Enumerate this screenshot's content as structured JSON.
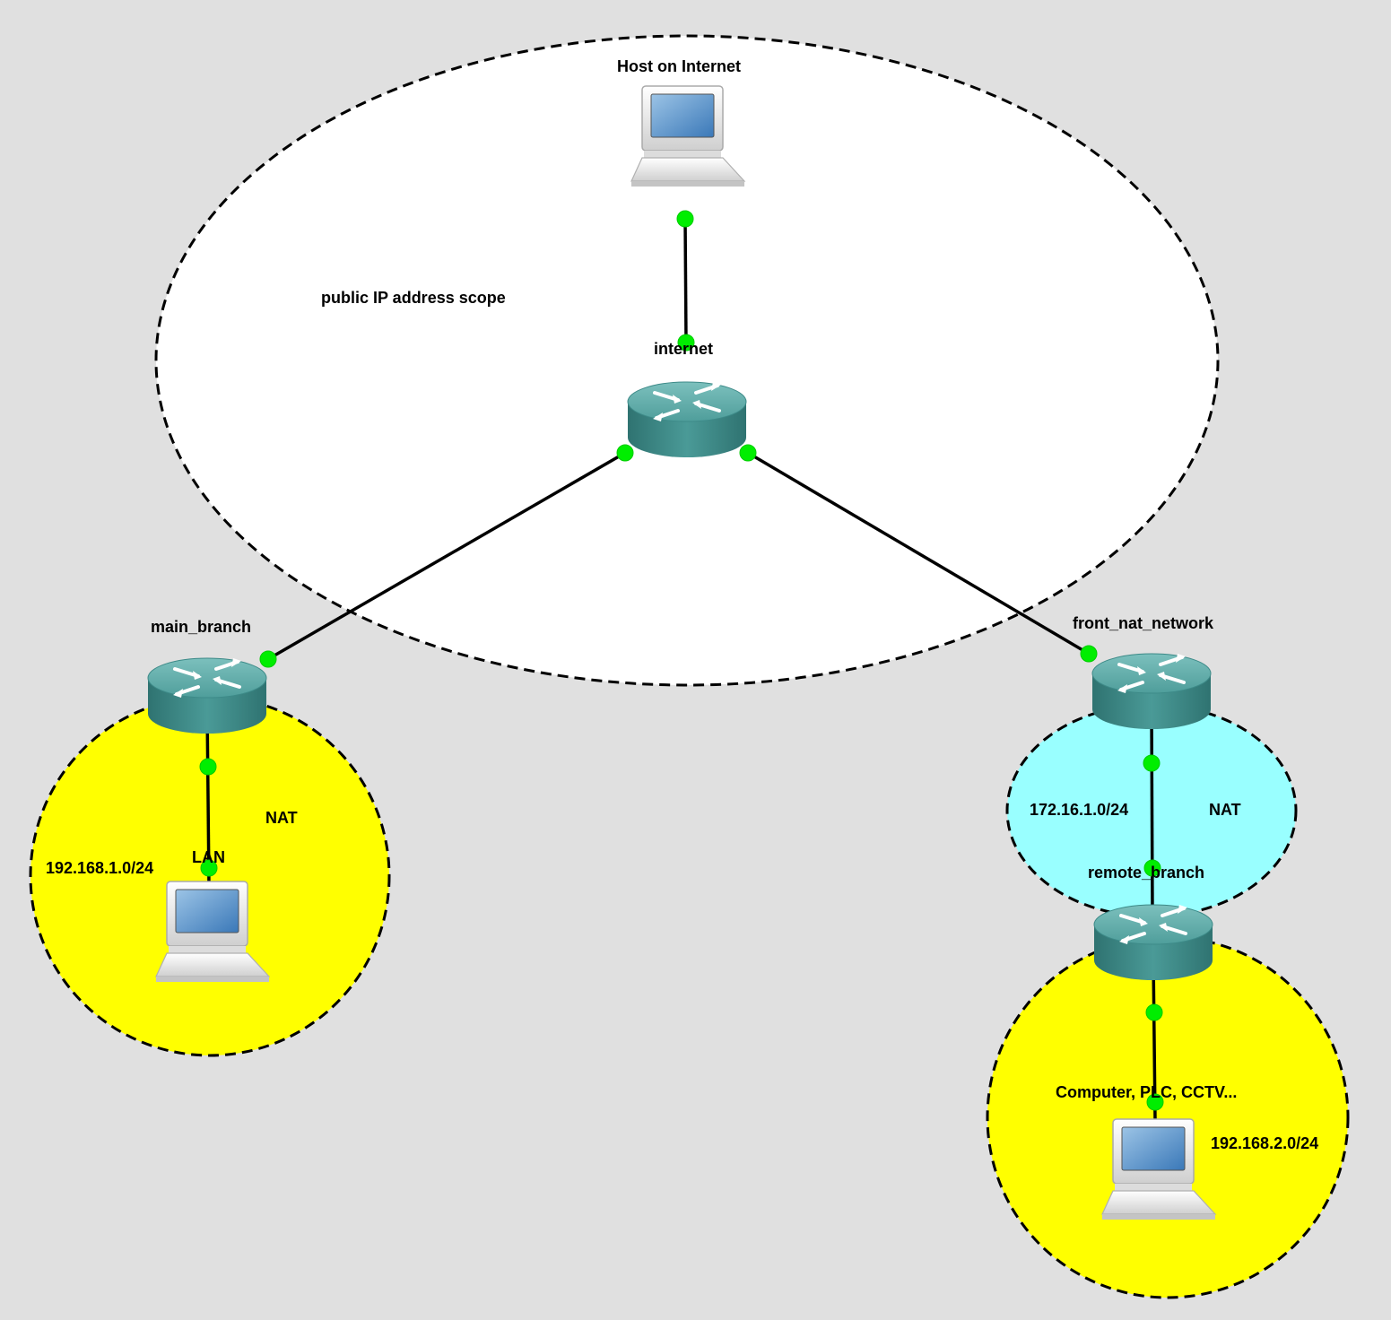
{
  "zones": {
    "public_scope": {
      "label": "public IP address scope",
      "fill": "#ffffff"
    },
    "main_lan": {
      "subnet": "192.168.1.0/24",
      "nat_label": "NAT",
      "fill": "#ffff00"
    },
    "front_nat": {
      "subnet": "172.16.1.0/24",
      "nat_label": "NAT",
      "fill": "#99ffff"
    },
    "remote_lan": {
      "subnet": "192.168.2.0/24",
      "fill": "#ffff00"
    }
  },
  "nodes": {
    "host_internet": {
      "label": "Host on Internet",
      "type": "computer"
    },
    "internet": {
      "label": "internet",
      "type": "router"
    },
    "main_branch": {
      "label": "main_branch",
      "type": "router"
    },
    "lan_host": {
      "label": "LAN",
      "type": "computer"
    },
    "front_nat_network": {
      "label": "front_nat_network",
      "type": "router"
    },
    "remote_branch": {
      "label": "remote_branch",
      "type": "router"
    },
    "remote_devices": {
      "label": "Computer, PLC, CCTV...",
      "type": "computer"
    }
  },
  "colors": {
    "background": "#e0e0e0",
    "router_body": "#3e8e8c",
    "router_top": "#5fa8a6",
    "port_dot": "#00ff00",
    "link": "#000000",
    "zone_border": "#000000"
  }
}
